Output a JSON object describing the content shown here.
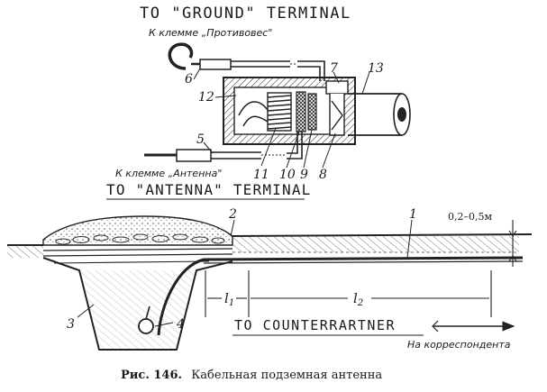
{
  "annotations": {
    "to_ground_terminal": "TO \"GROUND\" TERMINAL",
    "to_antenna_terminal": "TO \"ANTENNA\" TERMINAL",
    "to_counterpartner": "TO COUNTERRARTNER"
  },
  "russian_labels": {
    "ground_terminal_ru": "К клемме „Противовес\"",
    "antenna_terminal_ru": "К клемме „Антенна\"",
    "to_correspondent_ru": "На корреспондента"
  },
  "part_numbers": {
    "n1": "1",
    "n2": "2",
    "n3": "3",
    "n4": "4",
    "n5": "5",
    "n6": "6",
    "n7": "7",
    "n8": "8",
    "n9": "9",
    "n10": "10",
    "n11": "11",
    "n12": "12",
    "n13": "13"
  },
  "dimensions": {
    "depth": "0,2–0,5м",
    "l1_letter": "l",
    "l1_sub": "1",
    "l2_letter": "l",
    "l2_sub": "2"
  },
  "caption": {
    "prefix": "Рис. 146.",
    "text": "Кабельная подземная антенна"
  }
}
